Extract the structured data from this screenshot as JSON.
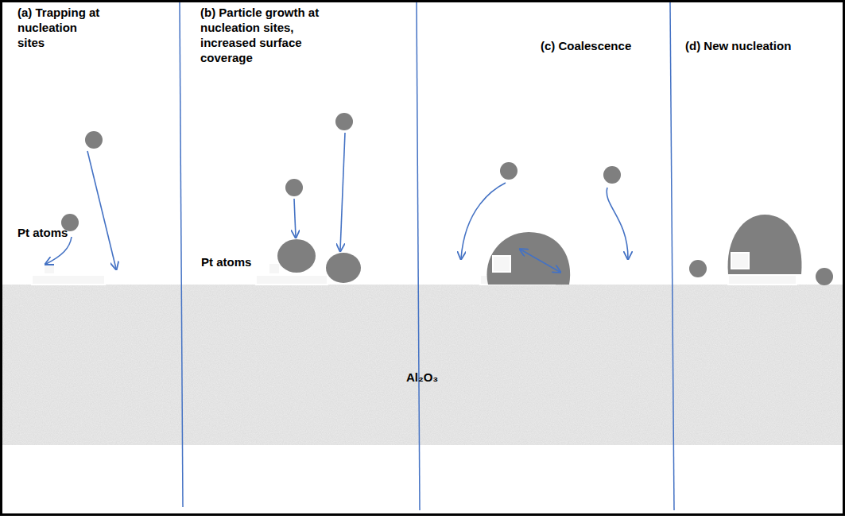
{
  "diagram": {
    "labels": [
      "(a)  Trapping  at nucleation sites",
      "(b) Particle growth at nucleation sites, increased surface coverage",
      "(c) Coalescence",
      "(d) New nucleation",
      "Pt atoms",
      "Pt atoms",
      "Al₂O₃"
    ]
  }
}
